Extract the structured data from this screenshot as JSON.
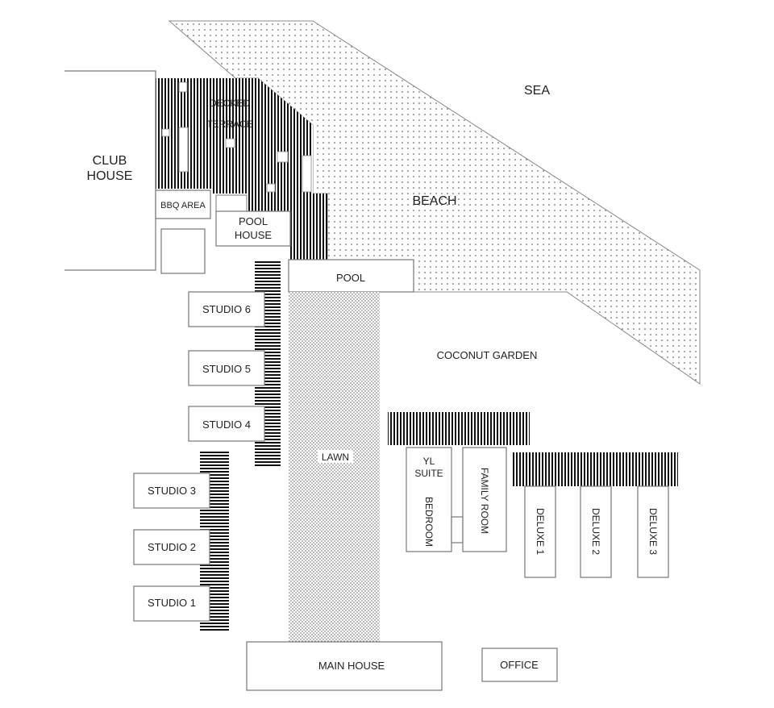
{
  "areas": {
    "sea": "SEA",
    "beach": "BEACH",
    "coconut_garden": "COCONUT GARDEN",
    "lawn": "LAWN",
    "decked_terrace_line1": "DECKED",
    "decked_terrace_line2": "TERRACE"
  },
  "buildings": {
    "club_house_line1": "CLUB",
    "club_house_line2": "HOUSE",
    "bbq_area": "BBQ AREA",
    "pool_house_line1": "POOL",
    "pool_house_line2": "HOUSE",
    "pool": "POOL",
    "studio_6": "STUDIO 6",
    "studio_5": "STUDIO 5",
    "studio_4": "STUDIO 4",
    "studio_3": "STUDIO 3",
    "studio_2": "STUDIO 2",
    "studio_1": "STUDIO 1",
    "yl_suite_line1": "YL",
    "yl_suite_line2": "SUITE",
    "bedroom": "BEDROOM",
    "family_room": "FAMILY ROOM",
    "deluxe_1": "DELUXE 1",
    "deluxe_2": "DELUXE 2",
    "deluxe_3": "DELUXE 3",
    "main_house": "MAIN HOUSE",
    "office": "OFFICE"
  },
  "colors": {
    "line": "#777777",
    "text": "#222222",
    "stripes": "#111111",
    "dots": "#444444"
  }
}
